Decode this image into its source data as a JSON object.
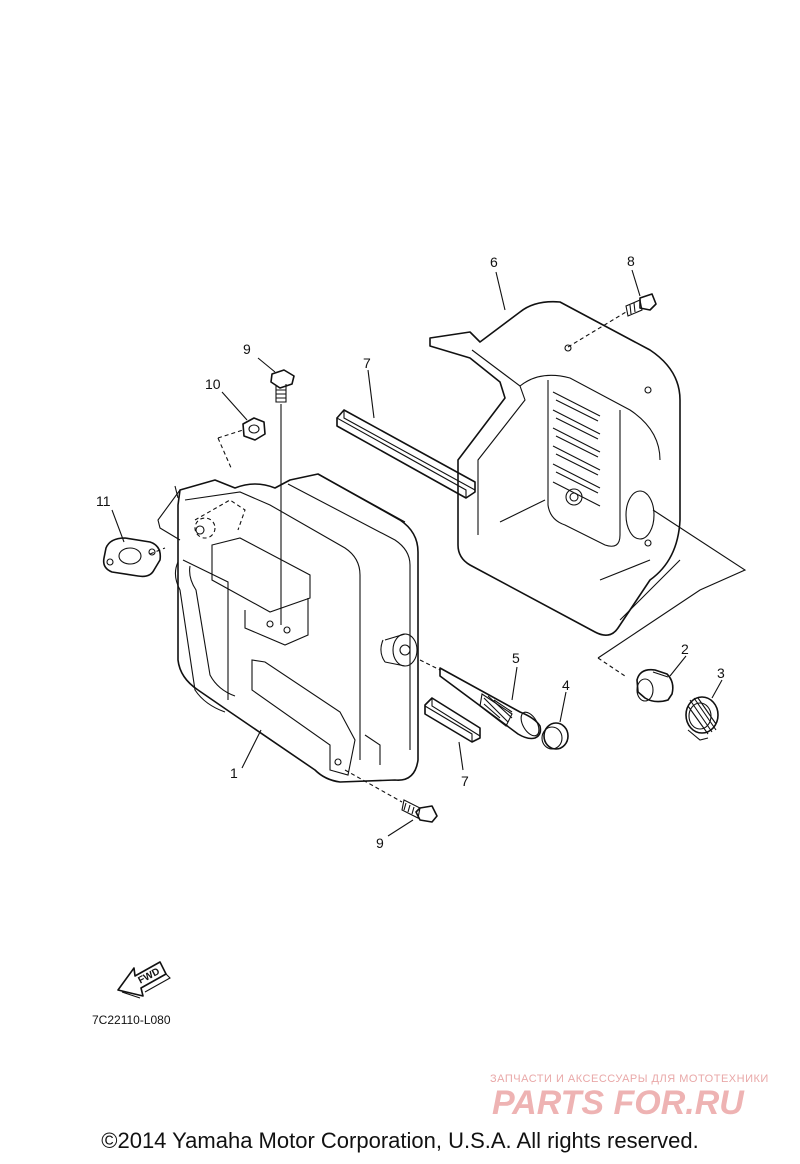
{
  "diagram": {
    "callouts": {
      "c1": "1",
      "c2": "2",
      "c3": "3",
      "c4": "4",
      "c5": "5",
      "c6": "6",
      "c7a": "7",
      "c7b": "7",
      "c8": "8",
      "c9a": "9",
      "c9b": "9",
      "c10": "10",
      "c11": "11"
    },
    "fwd_label": "FWD",
    "diagram_code": "7C22110-L080"
  },
  "watermark": {
    "tagline": "ЗАПЧАСТИ И АКСЕССУАРЫ ДЛЯ МОТОТЕХНИКИ",
    "brand": "PARTS FOR.RU"
  },
  "footer": {
    "copyright": "©2014 Yamaha Motor Corporation, U.S.A. All rights reserved."
  }
}
